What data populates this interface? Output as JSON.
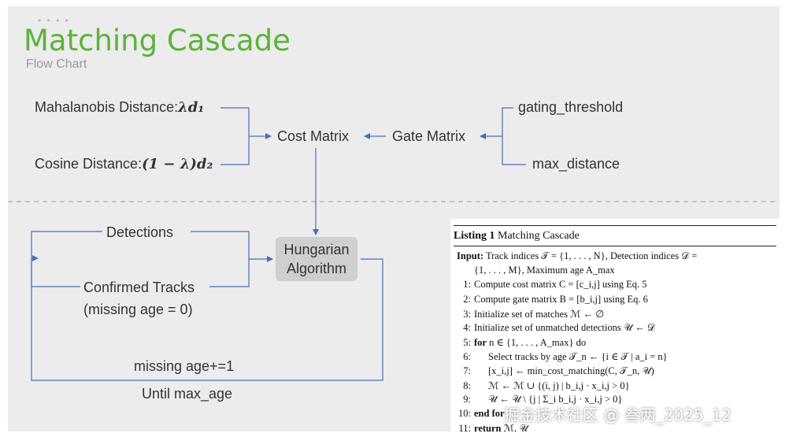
{
  "slide": {
    "dots": "• • • •",
    "title": "Matching Cascade",
    "subtitle": "Flow Chart"
  },
  "flow": {
    "mahalanobis": "Mahalanobis Distance:",
    "mahalanobis_math": "λd₁",
    "cosine": "Cosine Distance:",
    "cosine_math": "(1 − λ)d₂",
    "cost_matrix": "Cost Matrix",
    "gate_matrix": "Gate Matrix",
    "gating_threshold": "gating_threshold",
    "max_distance": "max_distance",
    "detections": "Detections",
    "confirmed_tracks": "Confirmed Tracks",
    "missing_age_zero": "(missing age = 0)",
    "hungarian_line1": "Hungarian",
    "hungarian_line2": "Algorithm",
    "missing_age_inc": "missing age+=1",
    "until_max_age": "Until max_age"
  },
  "listing": {
    "title_bold": "Listing 1",
    "title_rest": " Matching Cascade",
    "lines": [
      {
        "num": "",
        "text": "Input: Track indices 𝒯 = {1, . . . , N}, Detection indices 𝒟 ="
      },
      {
        "num": "",
        "text": "{1, . . . , M}, Maximum age A_max"
      },
      {
        "num": "1:",
        "text": "Compute cost matrix C = [c_i,j] using Eq. 5"
      },
      {
        "num": "2:",
        "text": "Compute gate matrix B = [b_i,j] using Eq. 6"
      },
      {
        "num": "3:",
        "text": "Initialize set of matches ℳ ← ∅"
      },
      {
        "num": "4:",
        "text": "Initialize set of unmatched detections 𝒰 ← 𝒟"
      },
      {
        "num": "5:",
        "text": "for n ∈ {1, . . . , A_max} do"
      },
      {
        "num": "6:",
        "text": "Select tracks by age 𝒯_n ← {i ∈ 𝒯 | a_i = n}"
      },
      {
        "num": "7:",
        "text": "[x_i,j] ← min_cost_matching(C, 𝒯_n, 𝒰)"
      },
      {
        "num": "8:",
        "text": "ℳ ← ℳ ∪ {(i, j) | b_i,j · x_i,j > 0}"
      },
      {
        "num": "9:",
        "text": "𝒰 ← 𝒰 \\ {j | Σ_i b_i,j · x_i,j > 0}"
      },
      {
        "num": "10:",
        "text": "end for"
      },
      {
        "num": "11:",
        "text": "return ℳ, 𝒰"
      }
    ]
  },
  "watermark": "掘金技术社区 @ 叁两_2025_12",
  "colors": {
    "title": "#5bb33b",
    "arrow": "#4a6fb5",
    "background": "#ececec",
    "divider": "#b0b0b0"
  }
}
